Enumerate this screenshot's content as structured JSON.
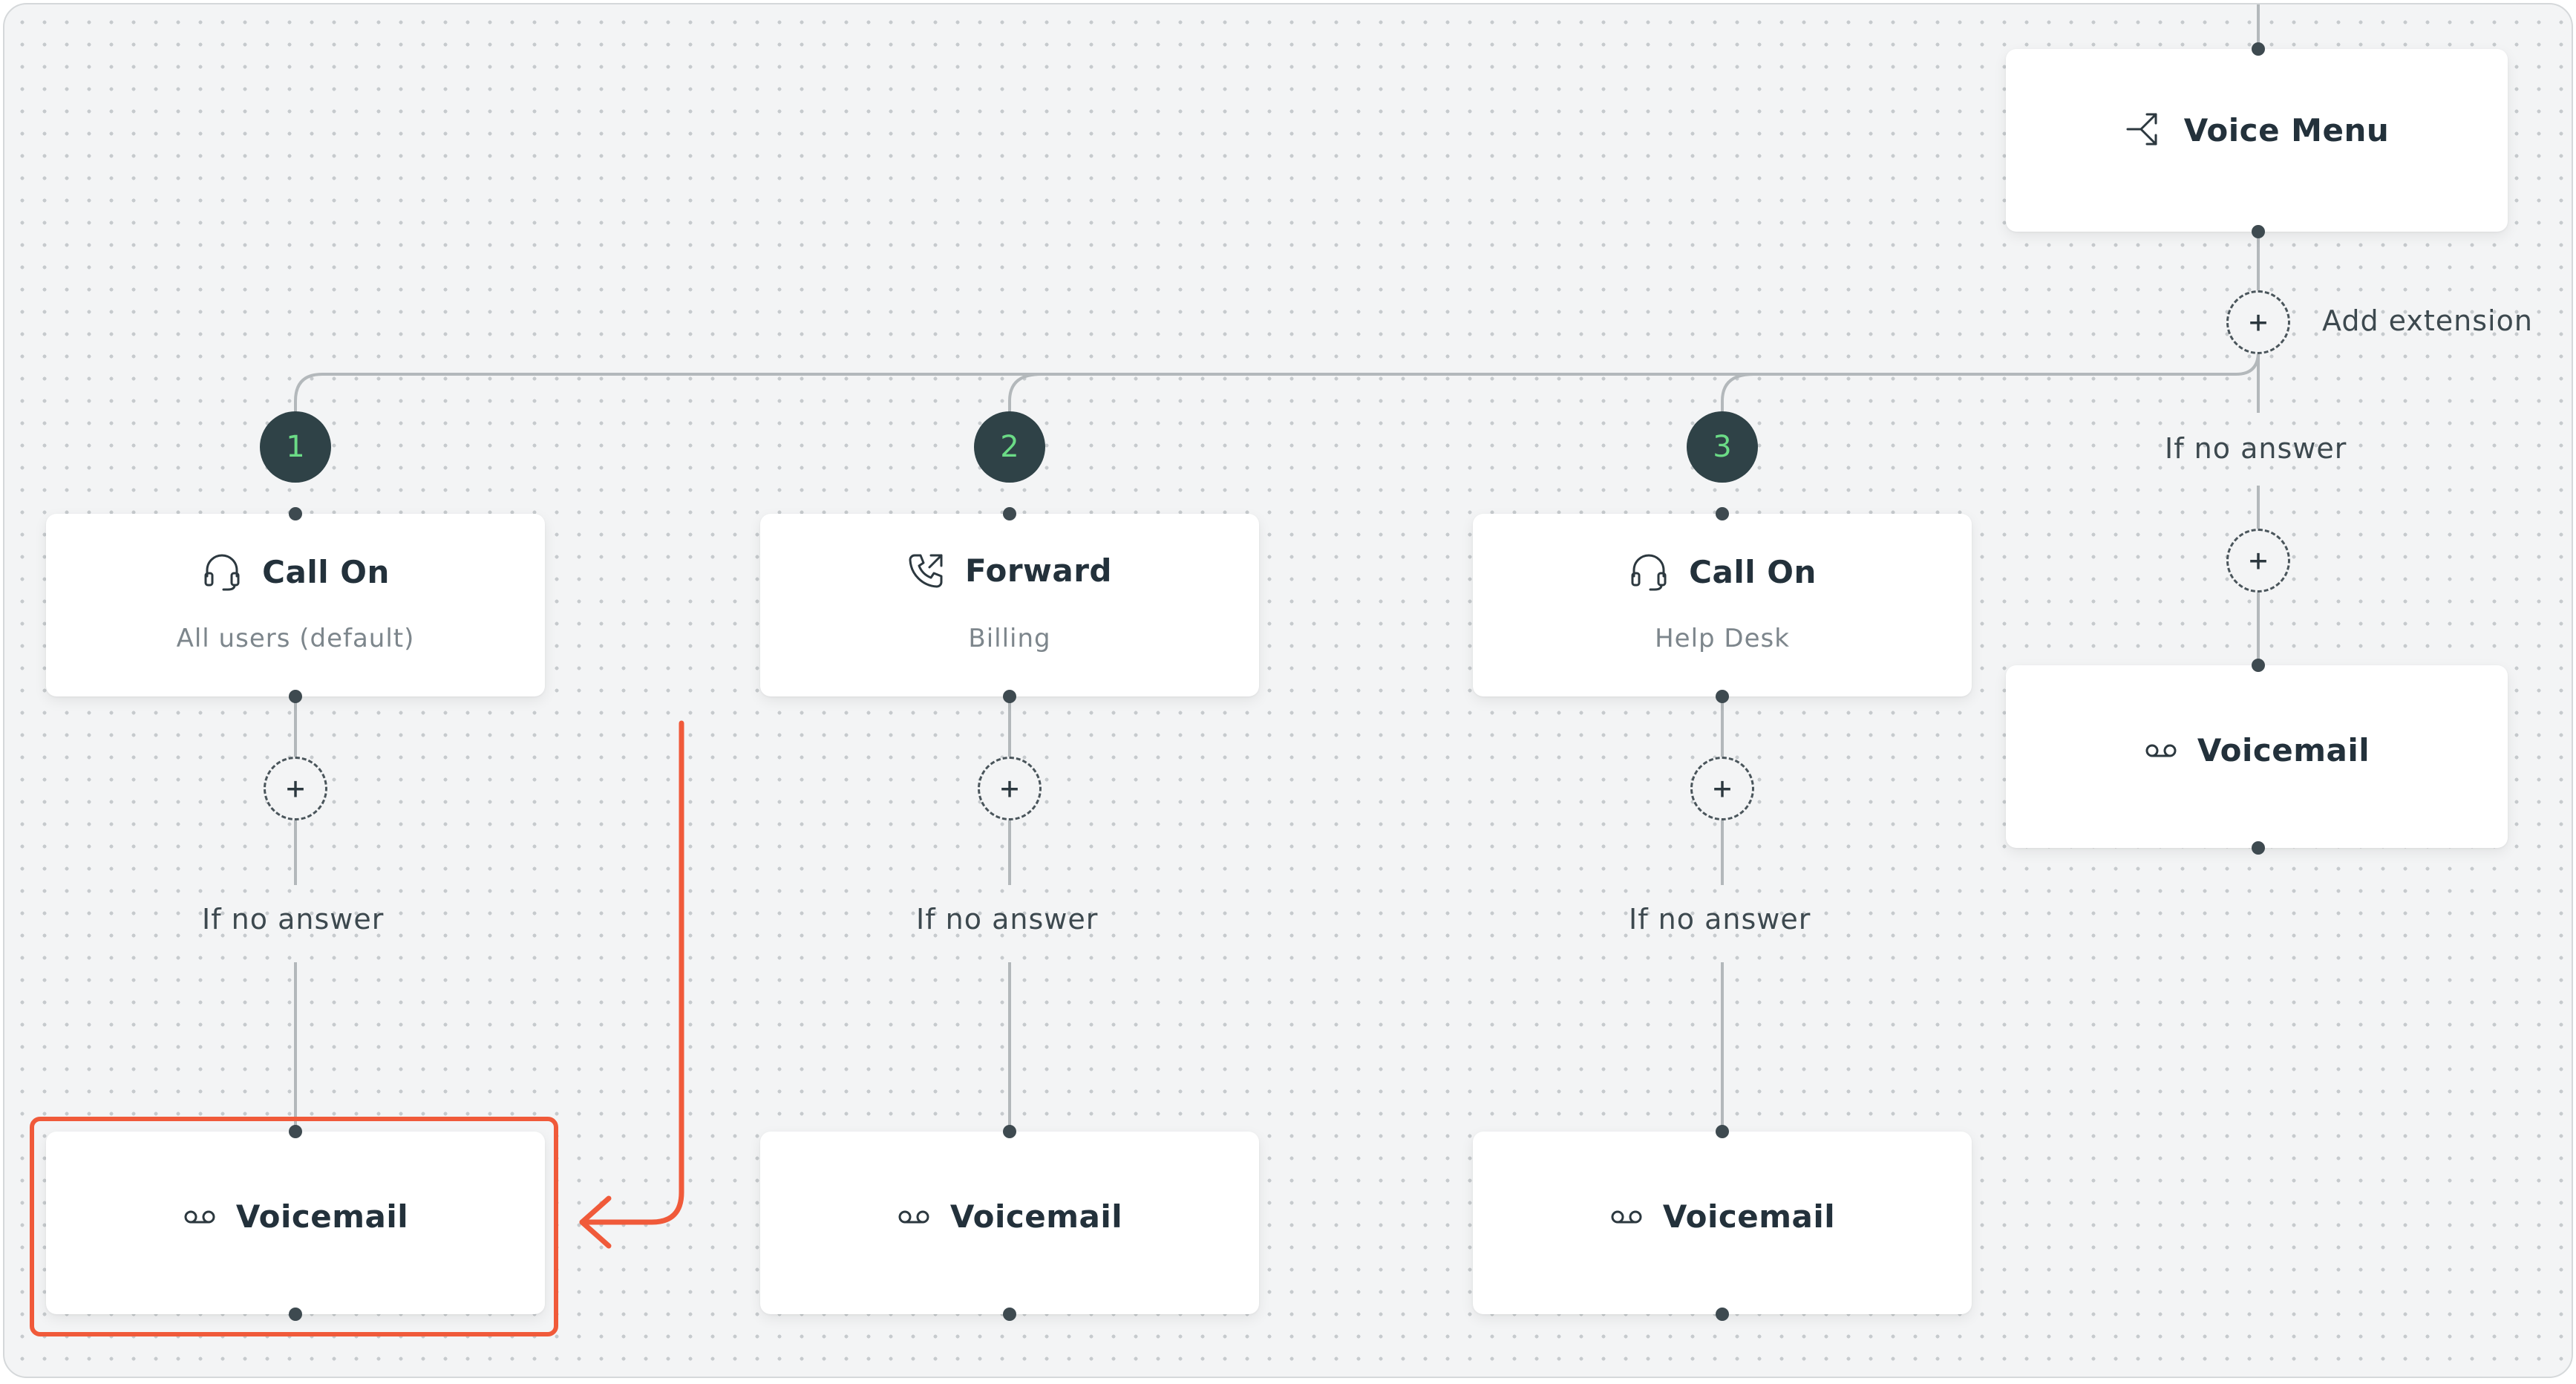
{
  "flow": {
    "voice_menu": {
      "title": "Voice Menu",
      "icon": "branch-arrows-icon"
    },
    "add_extension_label": "Add extension",
    "extensions": [
      {
        "number": "1",
        "title": "Call On",
        "subtitle": "All users (default)",
        "icon": "headset-icon",
        "if_no_answer": "If no answer",
        "fallback": "Voicemail"
      },
      {
        "number": "2",
        "title": "Forward",
        "subtitle": "Billing",
        "icon": "phone-forward-icon",
        "if_no_answer": "If no answer",
        "fallback": "Voicemail"
      },
      {
        "number": "3",
        "title": "Call On",
        "subtitle": "Help Desk",
        "icon": "headset-icon",
        "if_no_answer": "If no answer",
        "fallback": "Voicemail"
      }
    ],
    "menu_no_answer": {
      "label": "If no answer",
      "fallback": "Voicemail"
    }
  },
  "annotation": {
    "color": "#f05a3a",
    "highlighted_node": "Voicemail"
  },
  "colors": {
    "badge_bg": "#2f4247",
    "badge_text": "#6bdb86",
    "canvas_bg": "#f3f4f5"
  }
}
